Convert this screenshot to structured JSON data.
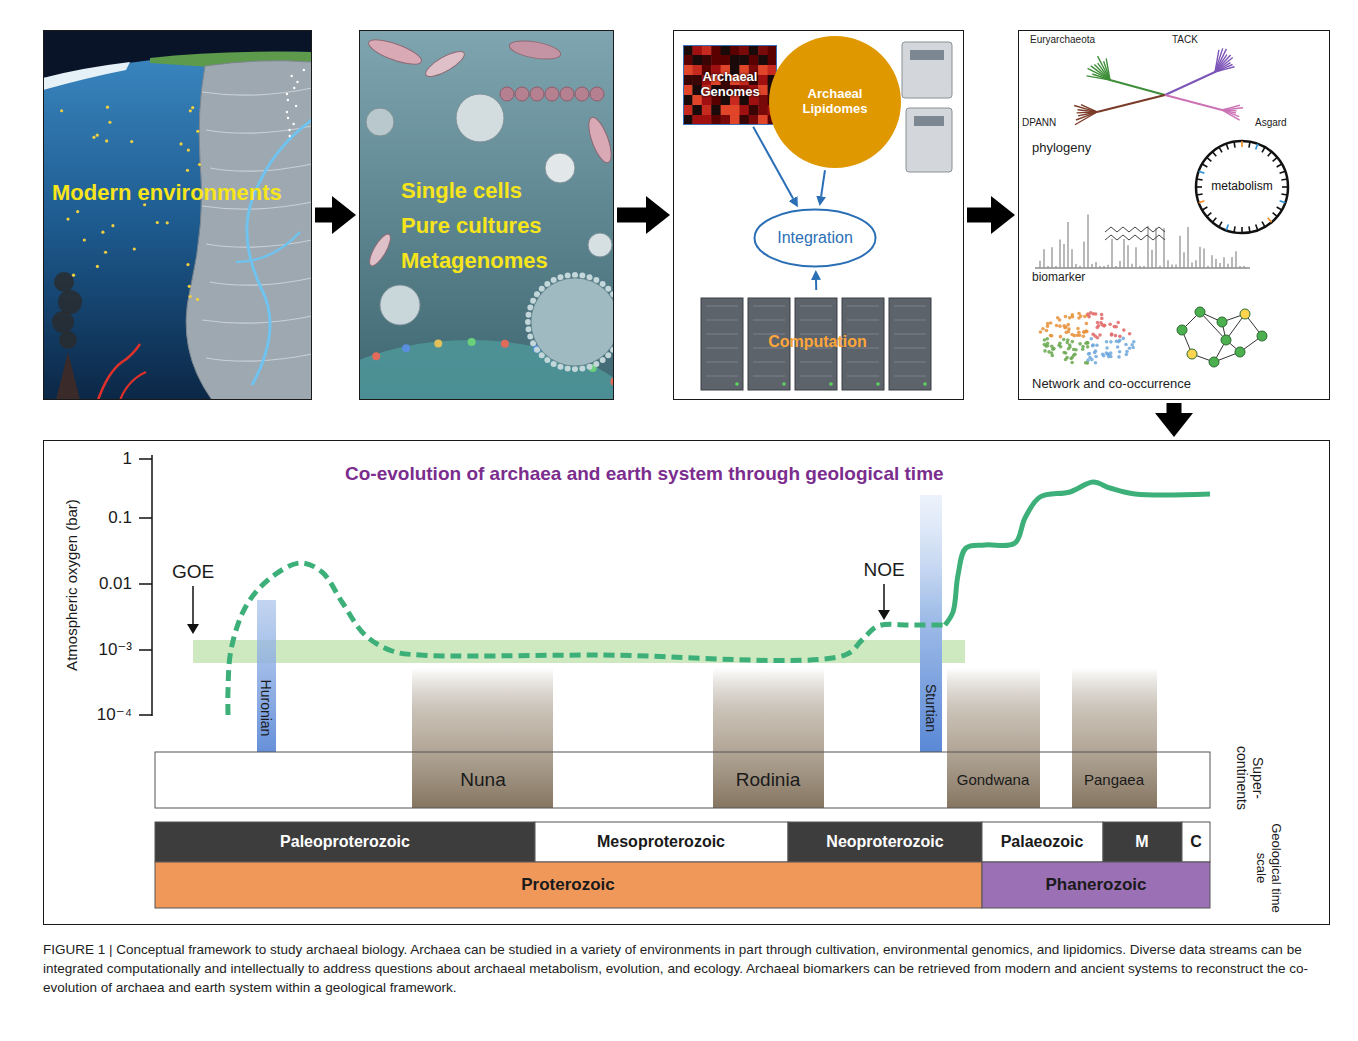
{
  "diagram": {
    "caption": "FIGURE 1 | Conceptual framework to study archaeal biology. Archaea can be studied in a variety of environments in part through cultivation, environmental genomics, and lipidomics. Diverse data streams can be integrated computationally and intellectually to address questions about archaeal metabolism, evolution, and ecology. Archaeal biomarkers can be retrieved from modern and ancient systems to reconstruct the co-evolution of archaea and earth system within a geological framework.",
    "nodes": [
      {
        "text": [
          "Modern environments"
        ]
      },
      {
        "text": [
          "Single cells",
          "Pure cultures",
          "Metagenomes"
        ]
      },
      {
        "text": []
      },
      {
        "text": [
          "Archaeal Genomes"
        ],
        "in": 2
      },
      {
        "text": [
          "Archaeal Lipidomes"
        ],
        "in": 2
      },
      {
        "text": [
          "Integration"
        ],
        "in": 2
      },
      {
        "text": [
          "Computation"
        ],
        "in": 2
      },
      {
        "text": [
          "Euryarchaeota",
          "TACK",
          "DPANN",
          "Asgard",
          "phylogeny",
          "biomarker",
          "Network and co-occurrence"
        ]
      },
      {
        "text": [
          "metabolism"
        ],
        "in": 7
      },
      {
        "text": [
          "Co-evolution of archaea and earth system through geological time"
        ]
      }
    ],
    "edges": [
      {
        "from": 0,
        "to": 1,
        "arrow": "to"
      },
      {
        "from": 1,
        "to": 2,
        "arrow": "to"
      },
      {
        "from": 2,
        "to": 7,
        "arrow": "to"
      },
      {
        "from": 7,
        "to": 9,
        "arrow": "to"
      },
      {
        "from": 3,
        "to": 5,
        "arrow": "to"
      },
      {
        "from": 4,
        "to": 5,
        "arrow": "to"
      },
      {
        "from": 6,
        "to": 5,
        "arrow": "to"
      }
    ],
    "labels": [
      "1",
      "0.1",
      "0.01",
      "10⁻³",
      "10⁻⁴",
      "Atmospheric oxygen (bar)",
      "GOE",
      "NOE",
      "Huronian",
      "Sturtian",
      "Nuna",
      "Rodinia",
      "Gondwana",
      "Pangaea",
      "Super- continents",
      "Paleoproterozoic",
      "Mesoproterozoic",
      "Neoproterozoic",
      "Palaeozoic",
      "M",
      "C",
      "Proterozoic",
      "Phanerozoic",
      "Geological time scale"
    ]
  }
}
